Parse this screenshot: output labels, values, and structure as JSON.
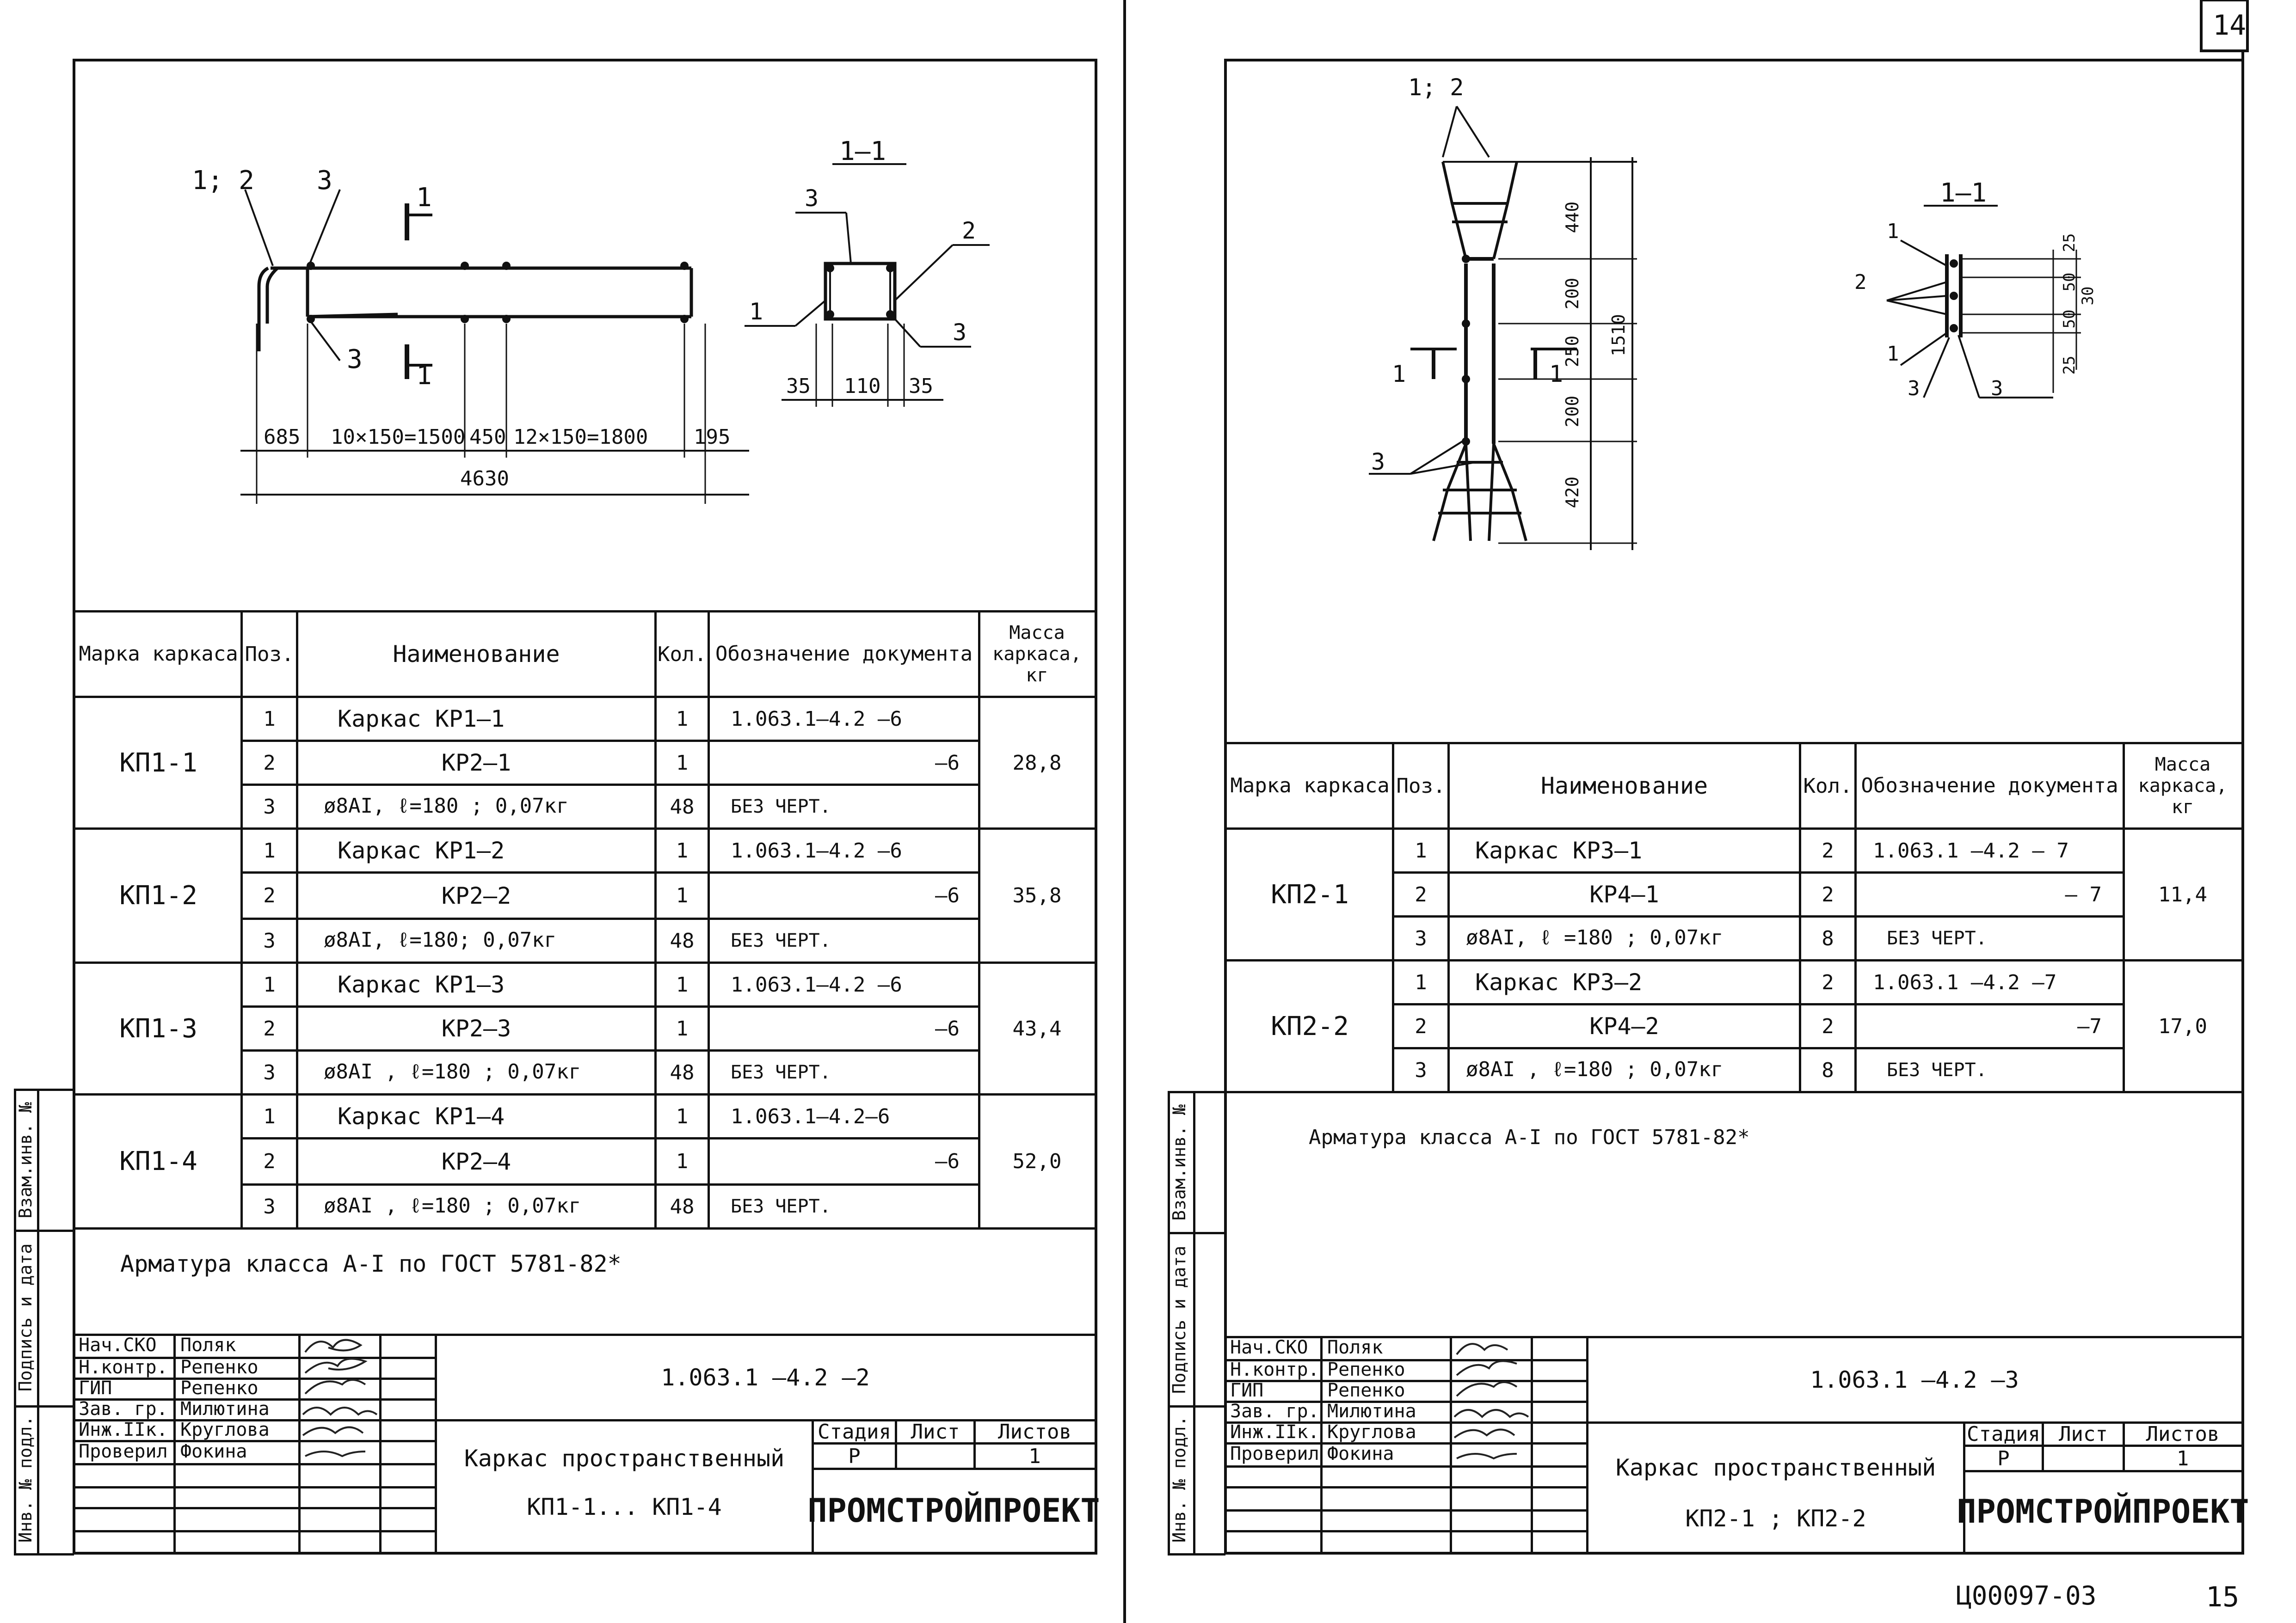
{
  "page": {
    "sheet_top": "14",
    "sheet_bottom": "15",
    "code_bottom": "Ц00097-03"
  },
  "left": {
    "drawing": {
      "label_12": "1; 2",
      "label_3a": "3",
      "label_3b": "3",
      "section_mark_top": "1",
      "section_mark_bottom": "1",
      "dims": [
        "685",
        "10×150=1500",
        "450",
        "12×150=1800",
        "195"
      ],
      "total": "4630",
      "sec_title": "1–1",
      "sec_3": "3",
      "sec_2": "2",
      "sec_1": "1",
      "sec_3b": "3",
      "sec_dims": [
        "35",
        "110",
        "35"
      ]
    },
    "table": {
      "headers": {
        "mark": "Марка каркаса",
        "pos": "Поз.",
        "name": "Наименование",
        "qty": "Кол.",
        "doc": "Обозначение документа",
        "mass": "Масса каркаса, кг"
      },
      "groups": [
        {
          "mark": "КП1-1",
          "mass": "28,8",
          "rows": [
            {
              "pos": "1",
              "name": "Каркас   КР1–1",
              "qty": "1",
              "doc": "1.063.1–4.2 –6"
            },
            {
              "pos": "2",
              "name": "КР2–1",
              "qty": "1",
              "doc": "–6"
            },
            {
              "pos": "3",
              "name": "ø8АI,  ℓ=180 ; 0,07кг",
              "qty": "48",
              "doc": "БЕЗ  ЧЕРТ."
            }
          ]
        },
        {
          "mark": "КП1-2",
          "mass": "35,8",
          "rows": [
            {
              "pos": "1",
              "name": "Каркас   КР1–2",
              "qty": "1",
              "doc": "1.063.1–4.2 –6"
            },
            {
              "pos": "2",
              "name": "КР2–2",
              "qty": "1",
              "doc": "–6"
            },
            {
              "pos": "3",
              "name": "ø8АI,  ℓ=180;  0,07кг",
              "qty": "48",
              "doc": "БЕЗ   ЧЕРТ."
            }
          ]
        },
        {
          "mark": "КП1-3",
          "mass": "43,4",
          "rows": [
            {
              "pos": "1",
              "name": "Каркас   КР1–3",
              "qty": "1",
              "doc": "1.063.1–4.2 –6"
            },
            {
              "pos": "2",
              "name": "КР2–3",
              "qty": "1",
              "doc": "–6"
            },
            {
              "pos": "3",
              "name": "ø8АI ,  ℓ=180 ;  0,07кг",
              "qty": "48",
              "doc": "БЕЗ   ЧЕРТ."
            }
          ]
        },
        {
          "mark": "КП1-4",
          "mass": "52,0",
          "rows": [
            {
              "pos": "1",
              "name": "Каркас   КР1–4",
              "qty": "1",
              "doc": "1.063.1–4.2–6"
            },
            {
              "pos": "2",
              "name": "КР2–4",
              "qty": "1",
              "doc": "–6"
            },
            {
              "pos": "3",
              "name": "ø8АI ,  ℓ=180 ;  0,07кг",
              "qty": "48",
              "doc": "БЕЗ  ЧЕРТ."
            }
          ]
        }
      ]
    },
    "note": "Арматура класса А-I по ГОСТ 5781-82*",
    "stamp": {
      "people": [
        {
          "role": "Нач.СКО",
          "name": "Поляк"
        },
        {
          "role": "Н.контр.",
          "name": "Репенко"
        },
        {
          "role": "ГИП",
          "name": "Репенко"
        },
        {
          "role": "Зав. гр.",
          "name": "Милютина"
        },
        {
          "role": "Инж.IIк.",
          "name": "Круглова"
        },
        {
          "role": "Проверил",
          "name": "Фокина"
        }
      ],
      "code": "1.063.1 –4.2 –2",
      "title_line1": "Каркас  пространственный",
      "title_line2": "КП1-1... КП1-4",
      "stage_h": "Стадия",
      "sheet_h": "Лист",
      "sheets_h": "Листов",
      "stage": "Р",
      "sheets": "1",
      "org": "ПРОМСТРОЙПРОЕКТ"
    },
    "side": {
      "s1": "Взам.инв. №",
      "s2": "Подпись и дата",
      "s3": "Инв. № подл."
    }
  },
  "right": {
    "drawing": {
      "label_12": "1; 2",
      "label_3": "3",
      "mark_1a": "1",
      "mark_1b": "1",
      "dims": [
        "440",
        "200",
        "250",
        "200",
        "420"
      ],
      "total": "1510",
      "sec_title": "1–1",
      "sec_1a": "1",
      "sec_2": "2",
      "sec_1b": "1",
      "sec_3a": "3",
      "sec_3b": "3",
      "sec_dims": [
        "25",
        "50",
        "50",
        "25"
      ],
      "sec_total": "30"
    },
    "table": {
      "groups": [
        {
          "mark": "КП2-1",
          "mass": "11,4",
          "rows": [
            {
              "pos": "1",
              "name": "Каркас   КР3–1",
              "qty": "2",
              "doc": "1.063.1 –4.2 – 7"
            },
            {
              "pos": "2",
              "name": "КР4–1",
              "qty": "2",
              "doc": "– 7"
            },
            {
              "pos": "3",
              "name": "ø8АI,  ℓ =180 ; 0,07кг",
              "qty": "8",
              "doc": "БЕЗ  ЧЕРТ."
            }
          ]
        },
        {
          "mark": "КП2-2",
          "mass": "17,0",
          "rows": [
            {
              "pos": "1",
              "name": "Каркас   КР3–2",
              "qty": "2",
              "doc": "1.063.1 –4.2 –7"
            },
            {
              "pos": "2",
              "name": "КР4–2",
              "qty": "2",
              "doc": "–7"
            },
            {
              "pos": "3",
              "name": "ø8АI ,  ℓ=180 ;  0,07кг",
              "qty": "8",
              "doc": "БЕЗ  ЧЕРТ."
            }
          ]
        }
      ]
    },
    "note": "Арматура класса А-I по ГОСТ 5781-82*",
    "stamp": {
      "code": "1.063.1 –4.2 –3",
      "title_line1": "Каркас  пространственный",
      "title_line2": "КП2-1 ; КП2-2"
    }
  }
}
